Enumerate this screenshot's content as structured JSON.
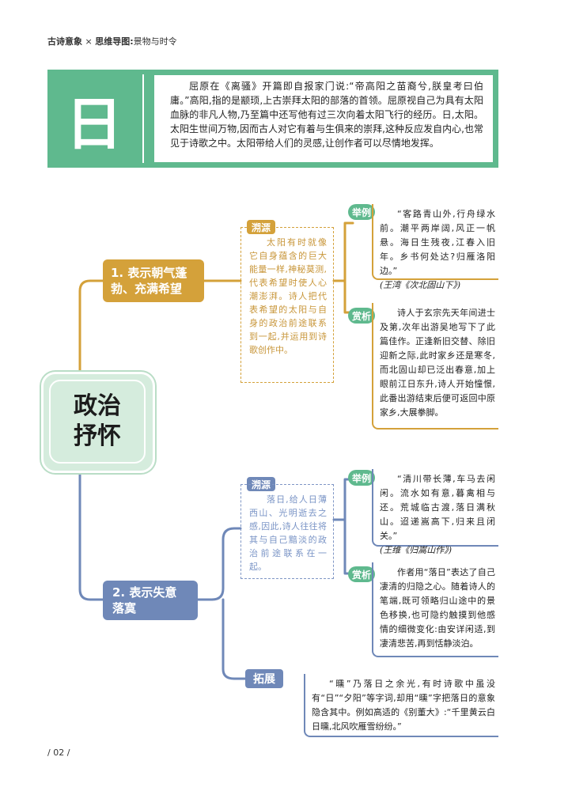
{
  "header": {
    "book": "古诗意象",
    "cross": "×",
    "series": "思维导图:",
    "topic": "景物与时令"
  },
  "banner": {
    "char": "日",
    "text": "屈原在《离骚》开篇即自报家门说:“帝高阳之苗裔兮,朕皇考曰伯庸。”高阳,指的是颛顼,上古崇拜太阳的部落的首领。屈原视自己为具有太阳血脉的非凡人物,乃至篇中还写他有过三次向着太阳飞行的经历。日,太阳。太阳生世间万物,因而古人对它有着与生俱来的崇拜,这种反应发自内心,也常见于诗歌之中。太阳带给人们的灵感,让创作者可以尽情地发挥。"
  },
  "center": {
    "line1": "政治",
    "line2": "抒怀"
  },
  "branch1": {
    "title": "1. 表示朝气蓬勃、充满希望",
    "suyuan_label": "溯源",
    "suyuan_text": "太阳有时就像它自身蕴含的巨大能量一样,神秘莫测,代表希望时使人心潮澎湃。诗人把代表希望的太阳与自身的政治前途联系到一起,并运用到诗歌创作中。",
    "example_label": "举例",
    "example_text": "“客路青山外,行舟绿水前。潮平两岸阔,风正一帆悬。海日生残夜,江春入旧年。乡书何处达?归雁洛阳边。”",
    "example_source": "(王湾《次北固山下》)",
    "analysis_label": "赏析",
    "analysis_text": "诗人于玄宗先天年间进士及第,次年出游吴地写下了此篇佳作。正逢新旧交替、除旧迎新之际,此时家乡还是寒冬,而北固山却已泛出春意,加上眼前江日东升,诗人开始憧憬,此番出游结束后便可返回中原家乡,大展拳脚。"
  },
  "branch2": {
    "title": "2. 表示失意落寞",
    "suyuan_label": "溯源",
    "suyuan_text": "落日,给人日薄西山、光明逝去之感,因此,诗人往往将其与自己黯淡的政治前途联系在一起。",
    "example_label": "举例",
    "example_text": "“清川带长薄,车马去闲闲。流水如有意,暮禽相与还。荒城临古渡,落日满秋山。迢递嵩高下,归来且闭关。”",
    "example_source": "(王维《归嵩山作》)",
    "analysis_label": "赏析",
    "analysis_text": "作者用“落日”表达了自己凄清的归隐之心。随着诗人的笔端,既可领略归山途中的景色移换,也可隐约触摸到他感情的细微变化:由安详闲适,到凄清悲苦,再到恬静淡泊。",
    "extend_label": "拓展",
    "extend_text": "“曛”乃落日之余光,有时诗歌中虽没有“日”“夕阳”等字词,却用“曛”字把落日的意象隐含其中。例如高适的《别董大》:“千里黄云白日曛,北风吹雁雪纷纷。”"
  },
  "footer": {
    "page": "/ 02 /"
  },
  "colors": {
    "green": "#5fb98e",
    "gold": "#d4a13a",
    "blue": "#6f88b8",
    "mint": "#d5ecdd"
  }
}
